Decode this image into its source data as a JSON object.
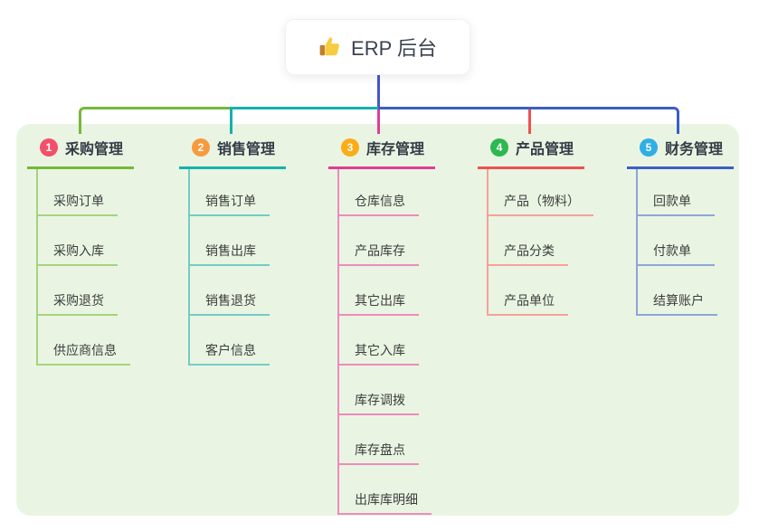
{
  "root": {
    "icon": "thumbs-up-icon",
    "title": "ERP 后台"
  },
  "colors": {
    "page_background": "#ffffff",
    "panel_background": "#e9f5e2",
    "root_connector": "#4456c7",
    "title_text": "#333b46",
    "child_text": "#3d3d3d"
  },
  "branches": [
    {
      "badge": "1",
      "title": "采购管理",
      "badge_color": "#f2506a",
      "line_color": "#76b83a",
      "child_line_color": "#a6d37d",
      "children": [
        "采购订单",
        "采购入库",
        "采购退货",
        "供应商信息"
      ]
    },
    {
      "badge": "2",
      "title": "销售管理",
      "badge_color": "#f79a3e",
      "line_color": "#14b2ab",
      "child_line_color": "#72ccc6",
      "children": [
        "销售订单",
        "销售出库",
        "销售退货",
        "客户信息"
      ]
    },
    {
      "badge": "3",
      "title": "库存管理",
      "badge_color": "#fbac19",
      "line_color": "#e13d94",
      "child_line_color": "#ef8abe",
      "children": [
        "仓库信息",
        "产品库存",
        "其它出库",
        "其它入库",
        "库存调拨",
        "库存盘点",
        "出库库明细"
      ]
    },
    {
      "badge": "4",
      "title": "产品管理",
      "badge_color": "#2fb750",
      "line_color": "#f05050",
      "child_line_color": "#f7a09a",
      "children": [
        "产品（物料）",
        "产品分类",
        "产品单位"
      ]
    },
    {
      "badge": "5",
      "title": "财务管理",
      "badge_color": "#30aee5",
      "line_color": "#3c5ec6",
      "child_line_color": "#8fa5d8",
      "children": [
        "回款单",
        "付款单",
        "结算账户"
      ]
    }
  ]
}
